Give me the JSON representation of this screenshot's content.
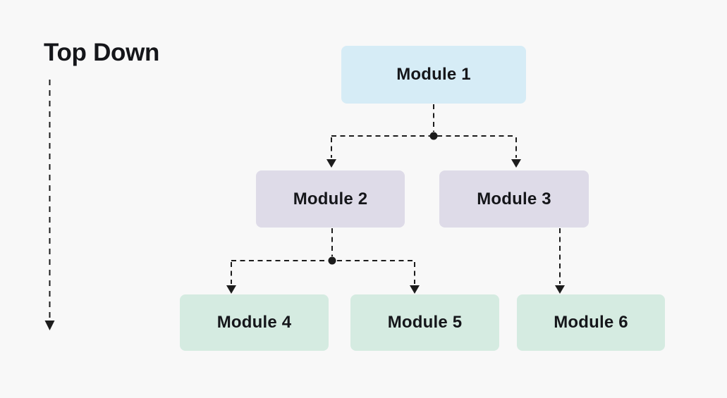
{
  "page": {
    "background": "#f8f8f8"
  },
  "title": {
    "text": "Top Down"
  },
  "colors": {
    "line": "#1c1c1c",
    "text": "#15161a",
    "level1_fill": "#d6ecf6",
    "level2_fill": "#dedbe8",
    "level3_fill": "#d5ebe1"
  },
  "diagram": {
    "type": "top-down-hierarchy",
    "nodes": [
      {
        "id": "module-1",
        "label": "Module 1",
        "level": 1,
        "fill": "#d6ecf6"
      },
      {
        "id": "module-2",
        "label": "Module 2",
        "level": 2,
        "fill": "#dedbe8"
      },
      {
        "id": "module-3",
        "label": "Module 3",
        "level": 2,
        "fill": "#dedbe8"
      },
      {
        "id": "module-4",
        "label": "Module 4",
        "level": 3,
        "fill": "#d5ebe1"
      },
      {
        "id": "module-5",
        "label": "Module 5",
        "level": 3,
        "fill": "#d5ebe1"
      },
      {
        "id": "module-6",
        "label": "Module 6",
        "level": 3,
        "fill": "#d5ebe1"
      }
    ],
    "edges": [
      {
        "from": "Module 1",
        "to": "Module 2"
      },
      {
        "from": "Module 1",
        "to": "Module 3"
      },
      {
        "from": "Module 2",
        "to": "Module 4"
      },
      {
        "from": "Module 2",
        "to": "Module 5"
      },
      {
        "from": "Module 3",
        "to": "Module 6"
      }
    ]
  }
}
